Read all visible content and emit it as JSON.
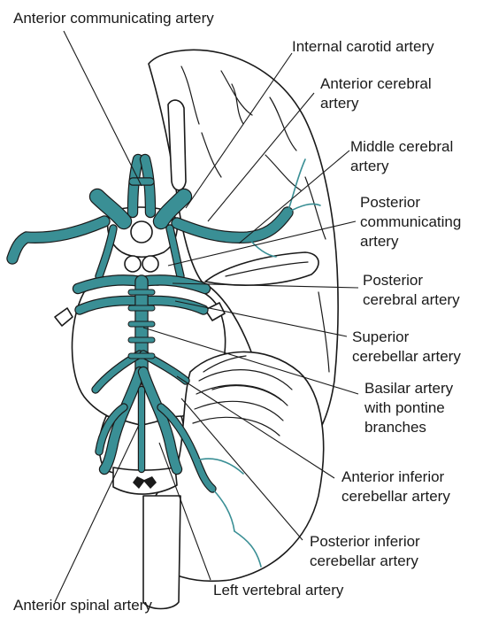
{
  "colors": {
    "artery": "#3a8f95",
    "ink": "#1a1a1a",
    "background": "#ffffff"
  },
  "labels": {
    "anterior_communicating": "Anterior communicating artery",
    "internal_carotid": "Internal carotid artery",
    "anterior_cerebral_1": "Anterior cerebral",
    "anterior_cerebral_2": "artery",
    "middle_cerebral_1": "Middle cerebral",
    "middle_cerebral_2": "artery",
    "posterior_communicating_1": "Posterior",
    "posterior_communicating_2": "communicating",
    "posterior_communicating_3": "artery",
    "posterior_cerebral_1": "Posterior",
    "posterior_cerebral_2": "cerebral artery",
    "superior_cerebellar_1": "Superior",
    "superior_cerebellar_2": "cerebellar artery",
    "basilar_1": "Basilar artery",
    "basilar_2": "with pontine",
    "basilar_3": "branches",
    "aica_1": "Anterior inferior",
    "aica_2": "cerebellar artery",
    "pica_1": "Posterior inferior",
    "pica_2": "cerebellar artery",
    "left_vertebral": "Left vertebral artery",
    "anterior_spinal": "Anterior spinal artery"
  }
}
